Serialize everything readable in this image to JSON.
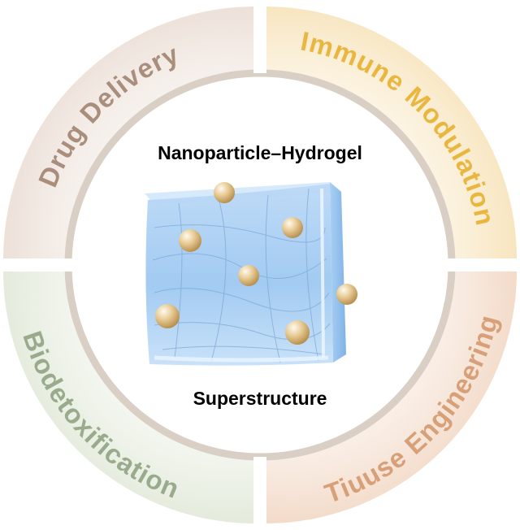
{
  "center": {
    "title": "Nanoparticle–Hydrogel",
    "subtitle": "Superstructure"
  },
  "quadrants": [
    {
      "label": "Drug Delivery",
      "color": "#a98e7c",
      "bg": "#efe3dc"
    },
    {
      "label": "Immune Modulation",
      "color": "#e9b640",
      "bg": "#f8e7c4"
    },
    {
      "label": "Tiuuse Engineering",
      "color": "#d7a078",
      "bg": "#f3dccb"
    },
    {
      "label": "Biodetoxification",
      "color": "#9aab8d",
      "bg": "#e3eadb"
    }
  ],
  "ring_color": "#d9cfc4",
  "hydrogel_color": "#8fc1ee",
  "particle_color": "#d8b77a",
  "particle_count": 7
}
